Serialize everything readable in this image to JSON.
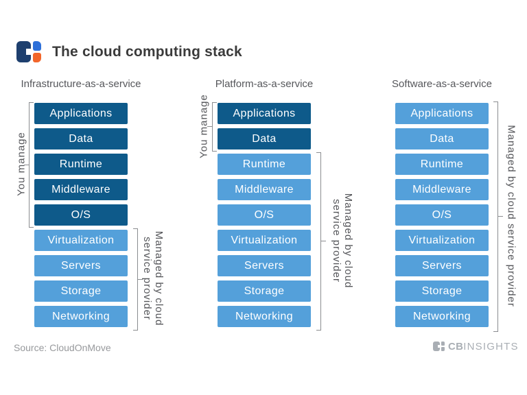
{
  "title": "The cloud computing stack",
  "colors": {
    "user_managed": "#0e5a8a",
    "provider_managed": "#54a0da",
    "brand_navy": "#1e3f6e",
    "brand_blue": "#2e70d9",
    "brand_orange": "#f2662b",
    "footer_gray": "#a9aeb4"
  },
  "columns": [
    {
      "title": "Infrastructure-as-a-service",
      "user_managed_label": "You manage",
      "provider_managed_label_line1": "Managed by cloud",
      "provider_managed_label_line2": "service provider",
      "user_managed_count": 5,
      "layers": [
        "Applications",
        "Data",
        "Runtime",
        "Middleware",
        "O/S",
        "Virtualization",
        "Servers",
        "Storage",
        "Networking"
      ]
    },
    {
      "title": "Platform-as-a-service",
      "user_managed_label": "You manage",
      "provider_managed_label_line1": "Managed by cloud",
      "provider_managed_label_line2": "service provider",
      "user_managed_count": 2,
      "layers": [
        "Applications",
        "Data",
        "Runtime",
        "Middleware",
        "O/S",
        "Virtualization",
        "Servers",
        "Storage",
        "Networking"
      ]
    },
    {
      "title": "Software-as-a-service",
      "provider_managed_label": "Managed by cloud service provider",
      "user_managed_count": 0,
      "layers": [
        "Applications",
        "Data",
        "Runtime",
        "Middleware",
        "O/S",
        "Virtualization",
        "Servers",
        "Storage",
        "Networking"
      ]
    }
  ],
  "footer": {
    "source": "Source: CloudOnMove",
    "brand_bold": "CB",
    "brand_rest": "INSIGHTS"
  }
}
